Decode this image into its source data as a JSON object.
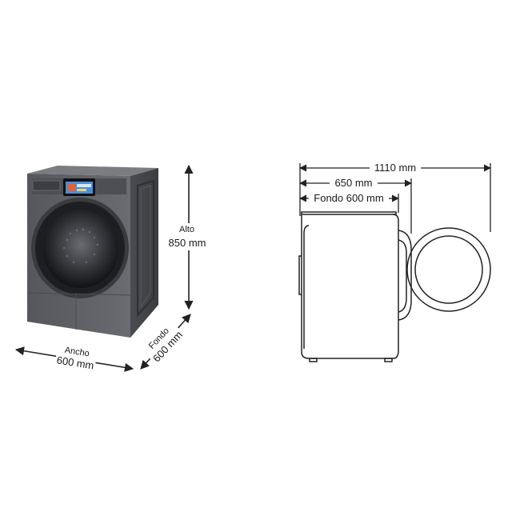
{
  "front_view": {
    "height_label": "Alto",
    "height_value": "850 mm",
    "width_label": "Ancho",
    "width_value": "600 mm",
    "depth_label": "Fondo",
    "depth_value": "600 mm"
  },
  "side_view": {
    "total_depth": "1110 mm",
    "door_depth": "650 mm",
    "body_depth": "Fondo 600 mm"
  },
  "colors": {
    "appliance_body": "#5c5d62",
    "line": "#222222"
  }
}
